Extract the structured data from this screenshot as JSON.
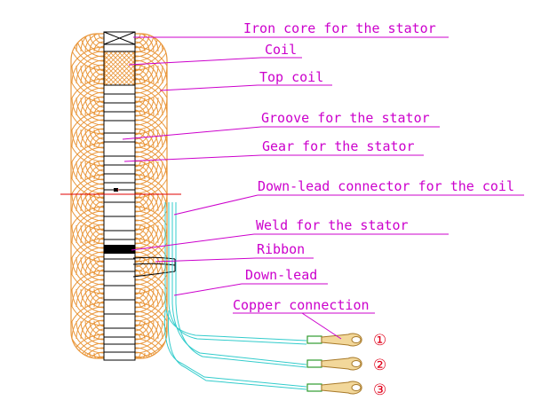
{
  "labels": {
    "iron_core": "Iron core for the stator",
    "coil": "Coil",
    "top_coil": "Top coil",
    "groove": "Groove for the stator",
    "gear": "Gear for the stator",
    "down_lead_connector": "Down-lead connector for the coil",
    "weld": "Weld for the stator",
    "ribbon": "Ribbon",
    "down_lead": "Down-lead",
    "copper_connection": "Copper connection"
  },
  "terminals": [
    "①",
    "②",
    "③"
  ],
  "colors": {
    "coil": "#e9963a",
    "label": "#cc00cc",
    "lead": "#33cccc",
    "terminal_fill": "#f2d79a",
    "connector_green": "#2e9b2e",
    "number": "#e0001a",
    "centerline": "#e00000"
  }
}
